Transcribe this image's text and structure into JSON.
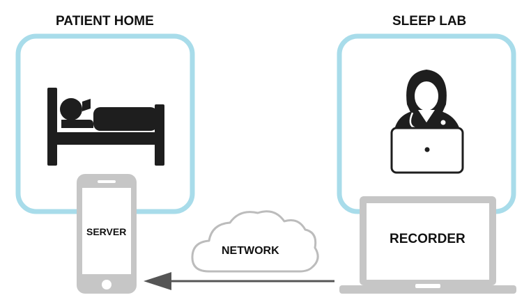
{
  "patient_home": {
    "title": "PATIENT HOME",
    "bed_icon": "bed-with-person-icon"
  },
  "sleep_lab": {
    "title": "SLEEP LAB",
    "doctor_icon": "doctor-at-laptop-icon"
  },
  "server": {
    "label": "SERVER",
    "icon": "smartphone-icon"
  },
  "network": {
    "label": "NETWORK",
    "icon": "cloud-icon"
  },
  "recorder": {
    "label": "RECORDER",
    "icon": "laptop-icon"
  },
  "connection": {
    "icon": "arrow-left-icon"
  },
  "colors": {
    "frame": "#a8dcea",
    "device": "#c6c6c6",
    "arrow": "#555555",
    "icon": "#1e1e1e"
  }
}
